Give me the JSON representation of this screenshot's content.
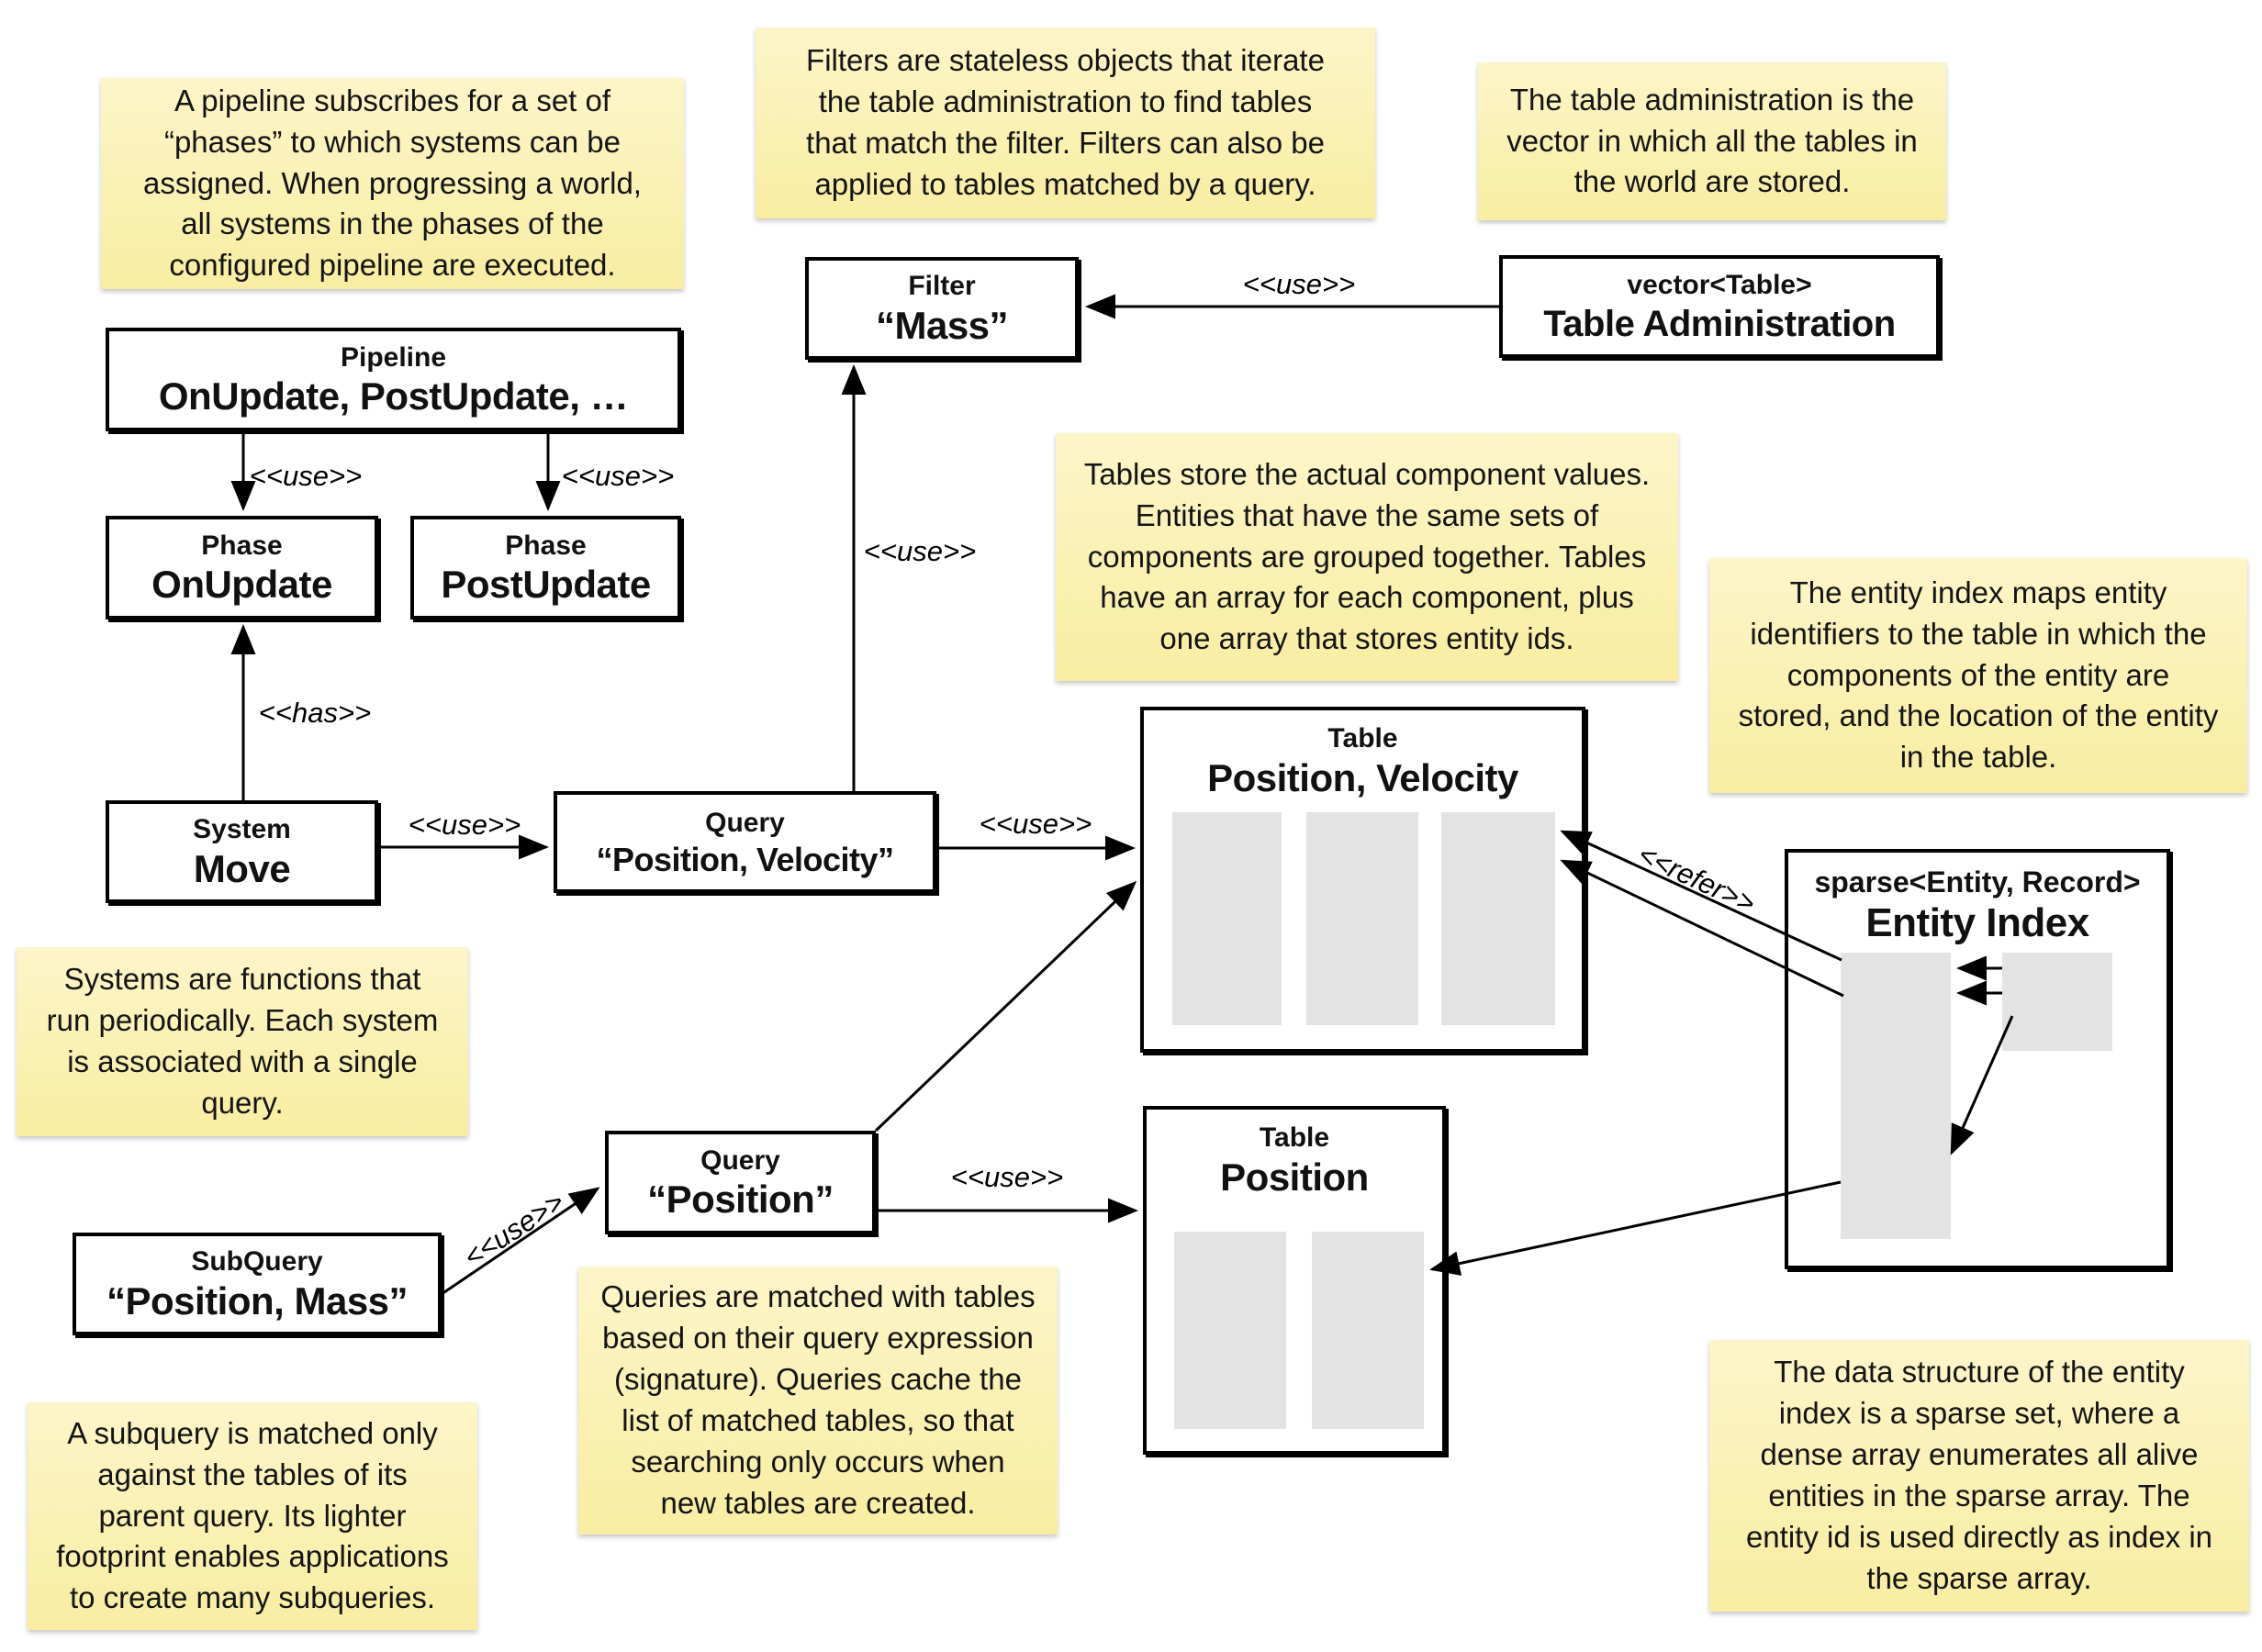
{
  "colors": {
    "note_background_top": "#FCF5C9",
    "note_background_bottom": "#F8EDA2",
    "box_border": "#000000",
    "array_fill": "#E3E3E3",
    "canvas_background": "#FFFFFF"
  },
  "labels": {
    "use": "<<use>>",
    "has": "<<has>>",
    "refer": "<<refer>>"
  },
  "notes": {
    "pipeline": {
      "text": "A pipeline subscribes for a set of\n“phases” to which systems can be\nassigned. When progressing a world,\nall systems in the phases of the\nconfigured pipeline are executed."
    },
    "filters": {
      "text": "Filters are stateless objects that iterate\nthe table administration to find tables\nthat match the filter. Filters can also be\napplied to tables matched by a query."
    },
    "table_admin": {
      "text": "The table administration is the\nvector in which all the tables in\nthe world are stored."
    },
    "tables": {
      "text": "Tables store the actual component values.\nEntities that have the same sets of\ncomponents are grouped together. Tables\nhave an array for each component, plus\none array that stores entity ids."
    },
    "entity_index": {
      "text": "The entity index maps entity\nidentifiers to the table in which the\ncomponents of the entity are\nstored, and the location of the entity\nin the table."
    },
    "systems": {
      "text": "Systems are functions that\nrun periodically. Each system\nis associated with a single\nquery."
    },
    "queries": {
      "text": "Queries are matched with tables\nbased on their query expression\n(signature). Queries cache the\nlist of matched tables, so that\nsearching only occurs when\nnew tables are created."
    },
    "subquery": {
      "text": "A subquery is matched only\nagainst the tables of its\nparent query. Its lighter\nfootprint enables applications\nto create many subqueries."
    },
    "sparse_set": {
      "text": "The data structure of the entity\nindex is a sparse set, where a\ndense array enumerates all alive\nentities in the sparse array. The\nentity id is used directly as index in\nthe sparse array."
    }
  },
  "boxes": {
    "pipeline": {
      "title": "Pipeline",
      "subtitle": "OnUpdate, PostUpdate, …"
    },
    "phase_onupdate": {
      "title": "Phase",
      "subtitle": "OnUpdate"
    },
    "phase_postupdate": {
      "title": "Phase",
      "subtitle": "PostUpdate"
    },
    "system_move": {
      "title": "System",
      "subtitle": "Move"
    },
    "query_position_velocity": {
      "title": "Query",
      "subtitle": "“Position, Velocity”"
    },
    "filter_mass": {
      "title": "Filter",
      "subtitle": "“Mass”"
    },
    "table_administration": {
      "title": "vector<Table>",
      "subtitle": "Table Administration"
    },
    "table_position_velocity": {
      "title": "Table",
      "subtitle": "Position, Velocity"
    },
    "table_position": {
      "title": "Table",
      "subtitle": "Position"
    },
    "query_position": {
      "title": "Query",
      "subtitle": "“Position”"
    },
    "subquery_position_mass": {
      "title": "SubQuery",
      "subtitle": "“Position, Mass”"
    },
    "entity_index": {
      "title": "sparse<Entity, Record>",
      "subtitle": "Entity Index"
    }
  }
}
